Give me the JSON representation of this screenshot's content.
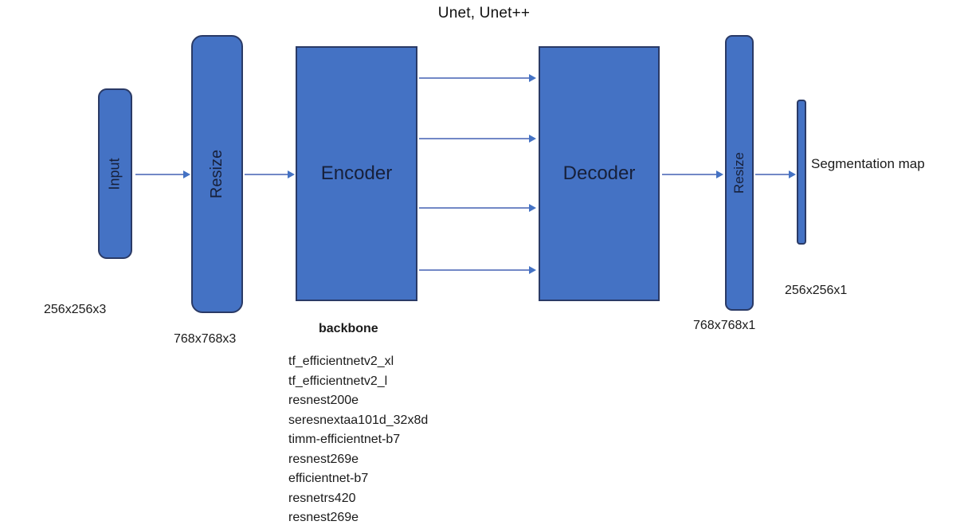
{
  "title": "Unet, Unet++",
  "colors": {
    "node_fill": "#4472c4",
    "node_border": "#2a3a66",
    "node_text": "#17203a",
    "arrow_line": "#7288c6",
    "arrow_head": "#4472c4",
    "label_text": "#1a1a1a",
    "bg": "#ffffff"
  },
  "diagram": {
    "nodes": {
      "input": {
        "label": "Input",
        "dim_label": "256x256x3"
      },
      "resize_in": {
        "label": "Resize",
        "dim_label": "768x768x3"
      },
      "encoder": {
        "label": "Encoder"
      },
      "decoder": {
        "label": "Decoder"
      },
      "resize_out": {
        "label": "Resize",
        "dim_label": "768x768x1"
      },
      "segmentation_map": {
        "label": "Segmentation map",
        "dim_label": "256x256x1"
      }
    },
    "backbone": {
      "heading": "backbone",
      "models": [
        "tf_efficientnetv2_xl",
        "tf_efficientnetv2_l",
        "resnest200e",
        "seresnextaa101d_32x8d",
        "timm-efficientnet-b7",
        "resnest269e",
        "efficientnet-b7",
        "resnetrs420",
        "resnest269e"
      ]
    }
  }
}
